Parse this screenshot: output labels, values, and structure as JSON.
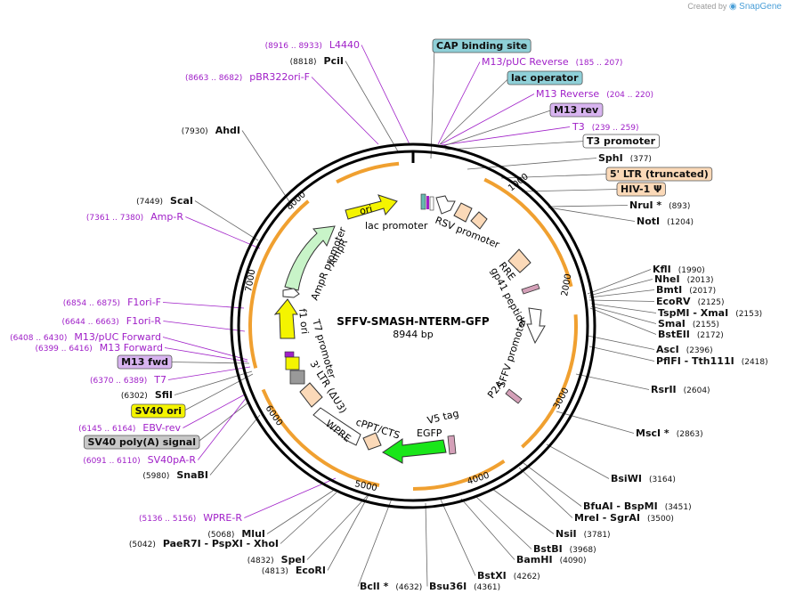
{
  "credit": {
    "prefix": "Created by",
    "brand": "SnapGene"
  },
  "plasmid": {
    "name": "SFFV-SMASH-NTERM-GFP",
    "size": "8944 bp"
  },
  "ruler": [
    "1000",
    "2000",
    "3000",
    "4000",
    "5000",
    "6000",
    "7000",
    "8000"
  ],
  "labels": [
    {
      "pos": "(8916 .. 8933)",
      "name": "L4440",
      "kind": "primer"
    },
    {
      "pos": "(8818)",
      "name": "PciI",
      "kind": "site"
    },
    {
      "pos": "(8663 .. 8682)",
      "name": "pBR322ori-F",
      "kind": "primer"
    },
    {
      "pos": "(7930)",
      "name": "AhdI",
      "kind": "site"
    },
    {
      "pos": "(7449)",
      "name": "ScaI",
      "kind": "site"
    },
    {
      "pos": "(7361 .. 7380)",
      "name": "Amp-R",
      "kind": "primer"
    },
    {
      "pos": "(6854 .. 6875)",
      "name": "F1ori-F",
      "kind": "primer"
    },
    {
      "pos": "(6644 .. 6663)",
      "name": "F1ori-R",
      "kind": "primer"
    },
    {
      "pos": "(6408 .. 6430)",
      "name": "M13/pUC Forward",
      "kind": "primer"
    },
    {
      "pos": "(6399 .. 6416)",
      "name": "M13 Forward",
      "kind": "primer"
    },
    {
      "pos": "",
      "name": "M13 fwd",
      "kind": "box-purple"
    },
    {
      "pos": "(6370 .. 6389)",
      "name": "T7",
      "kind": "primer"
    },
    {
      "pos": "(6302)",
      "name": "SfiI",
      "kind": "site"
    },
    {
      "pos": "",
      "name": "SV40 ori",
      "kind": "box-yellow"
    },
    {
      "pos": "(6145 .. 6164)",
      "name": "EBV-rev",
      "kind": "primer"
    },
    {
      "pos": "",
      "name": "SV40 poly(A) signal",
      "kind": "box-gray"
    },
    {
      "pos": "(6091 .. 6110)",
      "name": "SV40pA-R",
      "kind": "primer"
    },
    {
      "pos": "(5980)",
      "name": "SnaBI",
      "kind": "site"
    },
    {
      "pos": "(5136 .. 5156)",
      "name": "WPRE-R",
      "kind": "primer"
    },
    {
      "pos": "(5068)",
      "name": "MluI",
      "kind": "site"
    },
    {
      "pos": "(5042)",
      "name": "PaeR7I - PspXI - XhoI",
      "kind": "site"
    },
    {
      "pos": "(4832)",
      "name": "SpeI",
      "kind": "site"
    },
    {
      "pos": "(4813)",
      "name": "EcoRI",
      "kind": "site"
    },
    {
      "pos": "(4632)",
      "name": "BclI *",
      "kind": "site"
    },
    {
      "pos": "(4361)",
      "name": "Bsu36I",
      "kind": "site"
    },
    {
      "pos": "(4262)",
      "name": "BstXI",
      "kind": "site"
    },
    {
      "pos": "(4090)",
      "name": "BamHI",
      "kind": "site"
    },
    {
      "pos": "(3968)",
      "name": "BstBI",
      "kind": "site"
    },
    {
      "pos": "(3781)",
      "name": "NsiI",
      "kind": "site"
    },
    {
      "pos": "(3500)",
      "name": "MreI - SgrAI",
      "kind": "site"
    },
    {
      "pos": "(3451)",
      "name": "BfuAI - BspMI",
      "kind": "site"
    },
    {
      "pos": "(3164)",
      "name": "BsiWI",
      "kind": "site"
    },
    {
      "pos": "(2863)",
      "name": "MscI *",
      "kind": "site"
    },
    {
      "pos": "(2604)",
      "name": "RsrII",
      "kind": "site"
    },
    {
      "pos": "(2418)",
      "name": "PflFI - Tth111I",
      "kind": "site"
    },
    {
      "pos": "(2396)",
      "name": "AscI",
      "kind": "site"
    },
    {
      "pos": "(2172)",
      "name": "BstEII",
      "kind": "site"
    },
    {
      "pos": "(2155)",
      "name": "SmaI",
      "kind": "site"
    },
    {
      "pos": "(2153)",
      "name": "TspMI - XmaI",
      "kind": "site"
    },
    {
      "pos": "(2125)",
      "name": "EcoRV",
      "kind": "site"
    },
    {
      "pos": "(2017)",
      "name": "BmtI",
      "kind": "site"
    },
    {
      "pos": "(2013)",
      "name": "NheI",
      "kind": "site"
    },
    {
      "pos": "(1990)",
      "name": "KflI",
      "kind": "site"
    },
    {
      "pos": "(1204)",
      "name": "NotI",
      "kind": "site"
    },
    {
      "pos": "(893)",
      "name": "NruI *",
      "kind": "site"
    },
    {
      "pos": "",
      "name": "HIV-1 Ψ",
      "kind": "box-peach"
    },
    {
      "pos": "",
      "name": "5' LTR (truncated)",
      "kind": "box-peach"
    },
    {
      "pos": "(377)",
      "name": "SphI",
      "kind": "site"
    },
    {
      "pos": "",
      "name": "T3 promoter",
      "kind": "box-white"
    },
    {
      "pos": "(239 .. 259)",
      "name": "T3",
      "kind": "primer"
    },
    {
      "pos": "",
      "name": "M13 rev",
      "kind": "box-purple"
    },
    {
      "pos": "(204 .. 220)",
      "name": "M13 Reverse",
      "kind": "primer"
    },
    {
      "pos": "",
      "name": "lac operator",
      "kind": "box-teal"
    },
    {
      "pos": "(185 .. 207)",
      "name": "M13/pUC Reverse",
      "kind": "primer"
    },
    {
      "pos": "",
      "name": "CAP binding site",
      "kind": "box-teal"
    }
  ],
  "features": [
    "ori",
    "lac promoter",
    "RSV promoter",
    "RRE",
    "gp41 peptide",
    "SFFV promoter",
    "P2A",
    "V5 tag",
    "EGFP",
    "cPPT/CTS",
    "WPRE",
    "3' LTR (ΔU3)",
    "T7 promoter",
    "f1 ori",
    "AmpR promoter",
    "AmpR"
  ],
  "colors": {
    "primer": "#a020c8",
    "site": "#111111",
    "purple_box": "#d8b4f0",
    "teal_box": "#8fd0d8",
    "peach_box": "#fbd9b8",
    "yellow_box": "#f4f400",
    "gray_box": "#c8c8c8",
    "ori": "#f4f400",
    "ampr": "#c8f4c8",
    "egfp": "#19e619",
    "arc": "#f0a030"
  }
}
